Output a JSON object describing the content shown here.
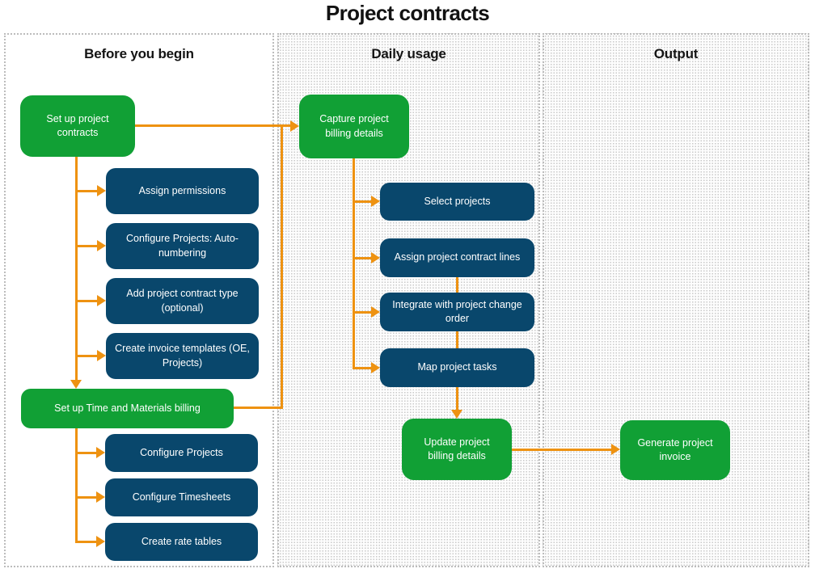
{
  "title": "Project contracts",
  "palette": {
    "start_node_green": "#11A035",
    "task_node_blue": "#09476C",
    "connector_orange": "#EE9211",
    "node_text": "#FFFFFF",
    "heading_text": "#141414",
    "column_border_gray": "#BCBCBC"
  },
  "columns": {
    "before": {
      "label": "Before you begin"
    },
    "daily": {
      "label": "Daily usage"
    },
    "output": {
      "label": "Output"
    }
  },
  "nodes": {
    "set_up_project_contracts": {
      "label": "Set up project contracts",
      "type": "start",
      "column": "before"
    },
    "assign_permissions": {
      "label": "Assign permissions",
      "type": "task",
      "column": "before"
    },
    "configure_projects_auto_numbering": {
      "label": "Configure Projects: Auto-numbering",
      "type": "task",
      "column": "before"
    },
    "add_project_contract_type": {
      "label": "Add project contract type (optional)",
      "type": "task",
      "column": "before"
    },
    "create_invoice_templates": {
      "label": "Create invoice templates (OE, Projects)",
      "type": "task",
      "column": "before"
    },
    "set_up_time_and_materials_billing": {
      "label": "Set up Time and Materials billing",
      "type": "start",
      "column": "before"
    },
    "configure_projects": {
      "label": "Configure Projects",
      "type": "task",
      "column": "before"
    },
    "configure_timesheets": {
      "label": "Configure Timesheets",
      "type": "task",
      "column": "before"
    },
    "create_rate_tables": {
      "label": "Create rate tables",
      "type": "task",
      "column": "before"
    },
    "capture_project_billing_details": {
      "label": "Capture project billing details",
      "type": "start",
      "column": "daily"
    },
    "select_projects": {
      "label": "Select projects",
      "type": "task",
      "column": "daily"
    },
    "assign_project_contract_lines": {
      "label": "Assign project contract lines",
      "type": "task",
      "column": "daily"
    },
    "integrate_with_project_change_order": {
      "label": "Integrate with project change order",
      "type": "task",
      "column": "daily"
    },
    "map_project_tasks": {
      "label": "Map project tasks",
      "type": "task",
      "column": "daily"
    },
    "update_project_billing_details": {
      "label": "Update project billing details",
      "type": "start",
      "column": "daily"
    },
    "generate_project_invoice": {
      "label": "Generate project invoice",
      "type": "start",
      "column": "output"
    }
  },
  "edges": [
    {
      "from": "set_up_project_contracts",
      "to": "capture_project_billing_details"
    },
    {
      "from": "set_up_project_contracts",
      "to": "assign_permissions"
    },
    {
      "from": "set_up_project_contracts",
      "to": "configure_projects_auto_numbering"
    },
    {
      "from": "set_up_project_contracts",
      "to": "add_project_contract_type"
    },
    {
      "from": "set_up_project_contracts",
      "to": "create_invoice_templates"
    },
    {
      "from": "set_up_project_contracts",
      "to": "set_up_time_and_materials_billing"
    },
    {
      "from": "set_up_time_and_materials_billing",
      "to": "configure_projects"
    },
    {
      "from": "set_up_time_and_materials_billing",
      "to": "configure_timesheets"
    },
    {
      "from": "set_up_time_and_materials_billing",
      "to": "create_rate_tables"
    },
    {
      "from": "set_up_time_and_materials_billing",
      "to": "capture_project_billing_details"
    },
    {
      "from": "capture_project_billing_details",
      "to": "select_projects"
    },
    {
      "from": "capture_project_billing_details",
      "to": "assign_project_contract_lines"
    },
    {
      "from": "capture_project_billing_details",
      "to": "integrate_with_project_change_order"
    },
    {
      "from": "capture_project_billing_details",
      "to": "map_project_tasks"
    },
    {
      "from": "assign_project_contract_lines",
      "to": "integrate_with_project_change_order"
    },
    {
      "from": "integrate_with_project_change_order",
      "to": "map_project_tasks"
    },
    {
      "from": "map_project_tasks",
      "to": "update_project_billing_details"
    },
    {
      "from": "update_project_billing_details",
      "to": "generate_project_invoice"
    }
  ]
}
